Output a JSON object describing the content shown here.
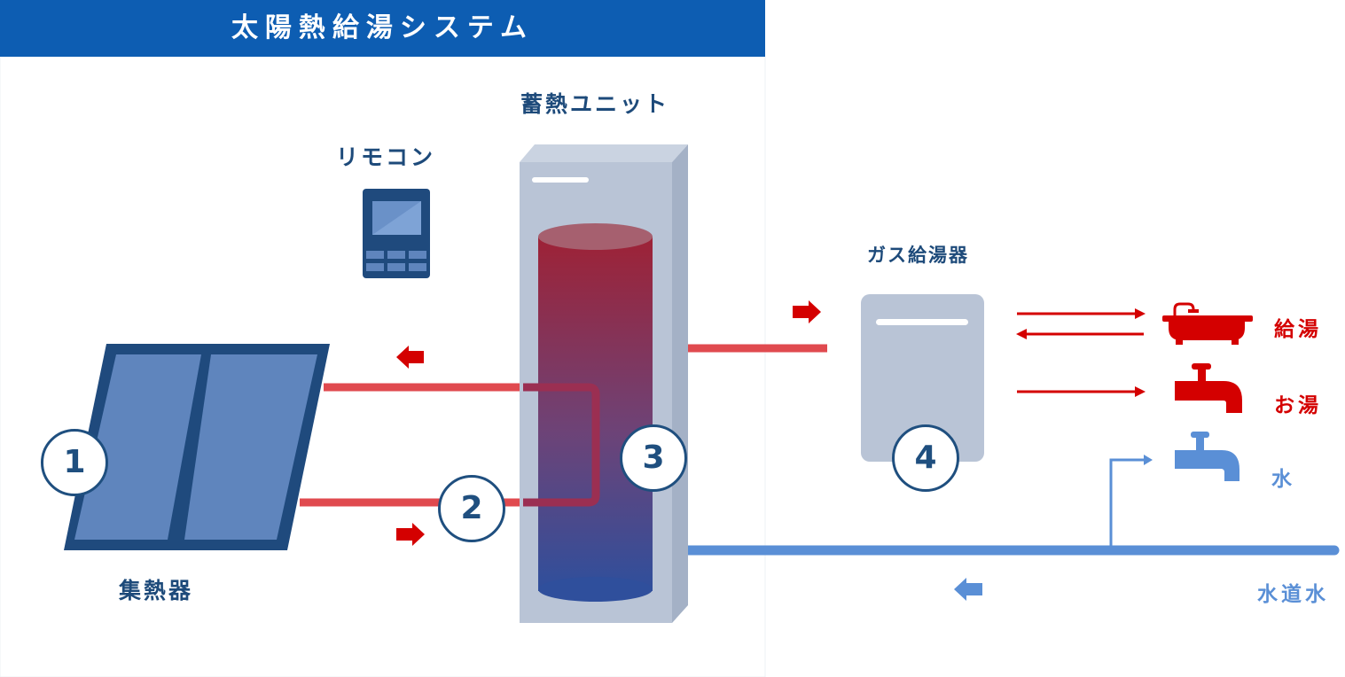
{
  "title": "太陽熱給湯システム",
  "labels": {
    "remote": "リモコン",
    "storage_unit": "蓄熱ユニット",
    "collector": "集熱器",
    "gas_heater": "ガス給湯器",
    "hot_water_supply": "給湯",
    "hot_water": "お湯",
    "water": "水",
    "tap_water": "水道水"
  },
  "markers": [
    "1",
    "2",
    "3",
    "4"
  ],
  "colors": {
    "title_bg": "#0d5db2",
    "hot_pipe": "#e04a4f",
    "hot_arrow": "#d40000",
    "cold_pipe": "#5a8fd6",
    "panel_frame": "#1f4a7d",
    "panel_fill": "#5f85bd",
    "unit_body": "#b9c4d6",
    "text_navy": "#1d4a7a"
  },
  "icons": [
    "bathtub-icon",
    "hot-faucet-icon",
    "cold-faucet-icon",
    "remote-control-icon"
  ]
}
